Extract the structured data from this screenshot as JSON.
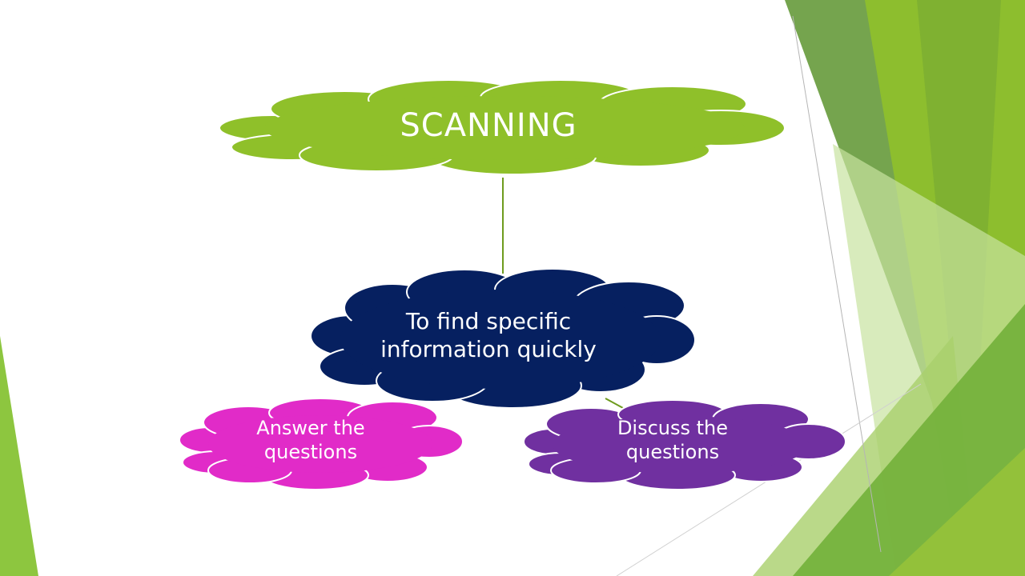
{
  "diagram": {
    "title": "SCANNING",
    "center_node": "To find specific information quickly",
    "center_lines": [
      "To find specific",
      "information quickly"
    ],
    "children": [
      {
        "lines": [
          "Answer the",
          "questions"
        ]
      },
      {
        "lines": [
          "Discuss the",
          "questions"
        ]
      }
    ]
  },
  "colors": {
    "title_cloud": "#8FC02A",
    "center_cloud": "#062060",
    "left_cloud": "#E12BC8",
    "right_cloud": "#7030A0",
    "connector": "#6E9B1E",
    "accent_green": "#8DC63F"
  }
}
